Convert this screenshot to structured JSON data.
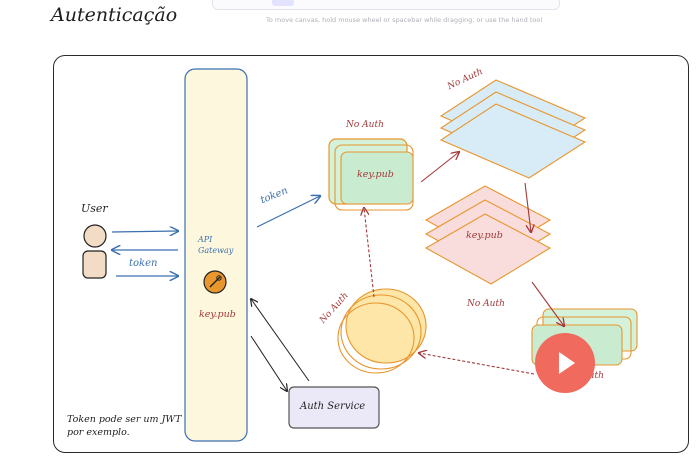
{
  "page": {
    "title": "Autenticação"
  },
  "toolbar": {
    "hint": "To move canvas, hold mouse wheel or spacebar while dragging, or use the hand tool"
  },
  "diagram": {
    "user_label": "User",
    "gateway_label": "API Gateway",
    "gateway_key": "key.pub",
    "token_label_left": "token",
    "token_label_right": "token",
    "auth_service_label": "Auth Service",
    "note": "Token pode ser um JWT por exemplo.",
    "service_green_key": "key.pub",
    "service_red_key": "key.pub",
    "no_auth_green": "No Auth",
    "no_auth_blue": "No Auth",
    "no_auth_red": "No Auth",
    "no_auth_yellow": "No Auth",
    "no_auth_bottom": "No Auth"
  },
  "colors": {
    "accent_blue": "#3b6fb0",
    "accent_red": "#a33a3a",
    "play_button": "#f06b5e",
    "gateway_fill": "#fdf8dd"
  },
  "controls": {
    "play_icon": "play-icon"
  }
}
